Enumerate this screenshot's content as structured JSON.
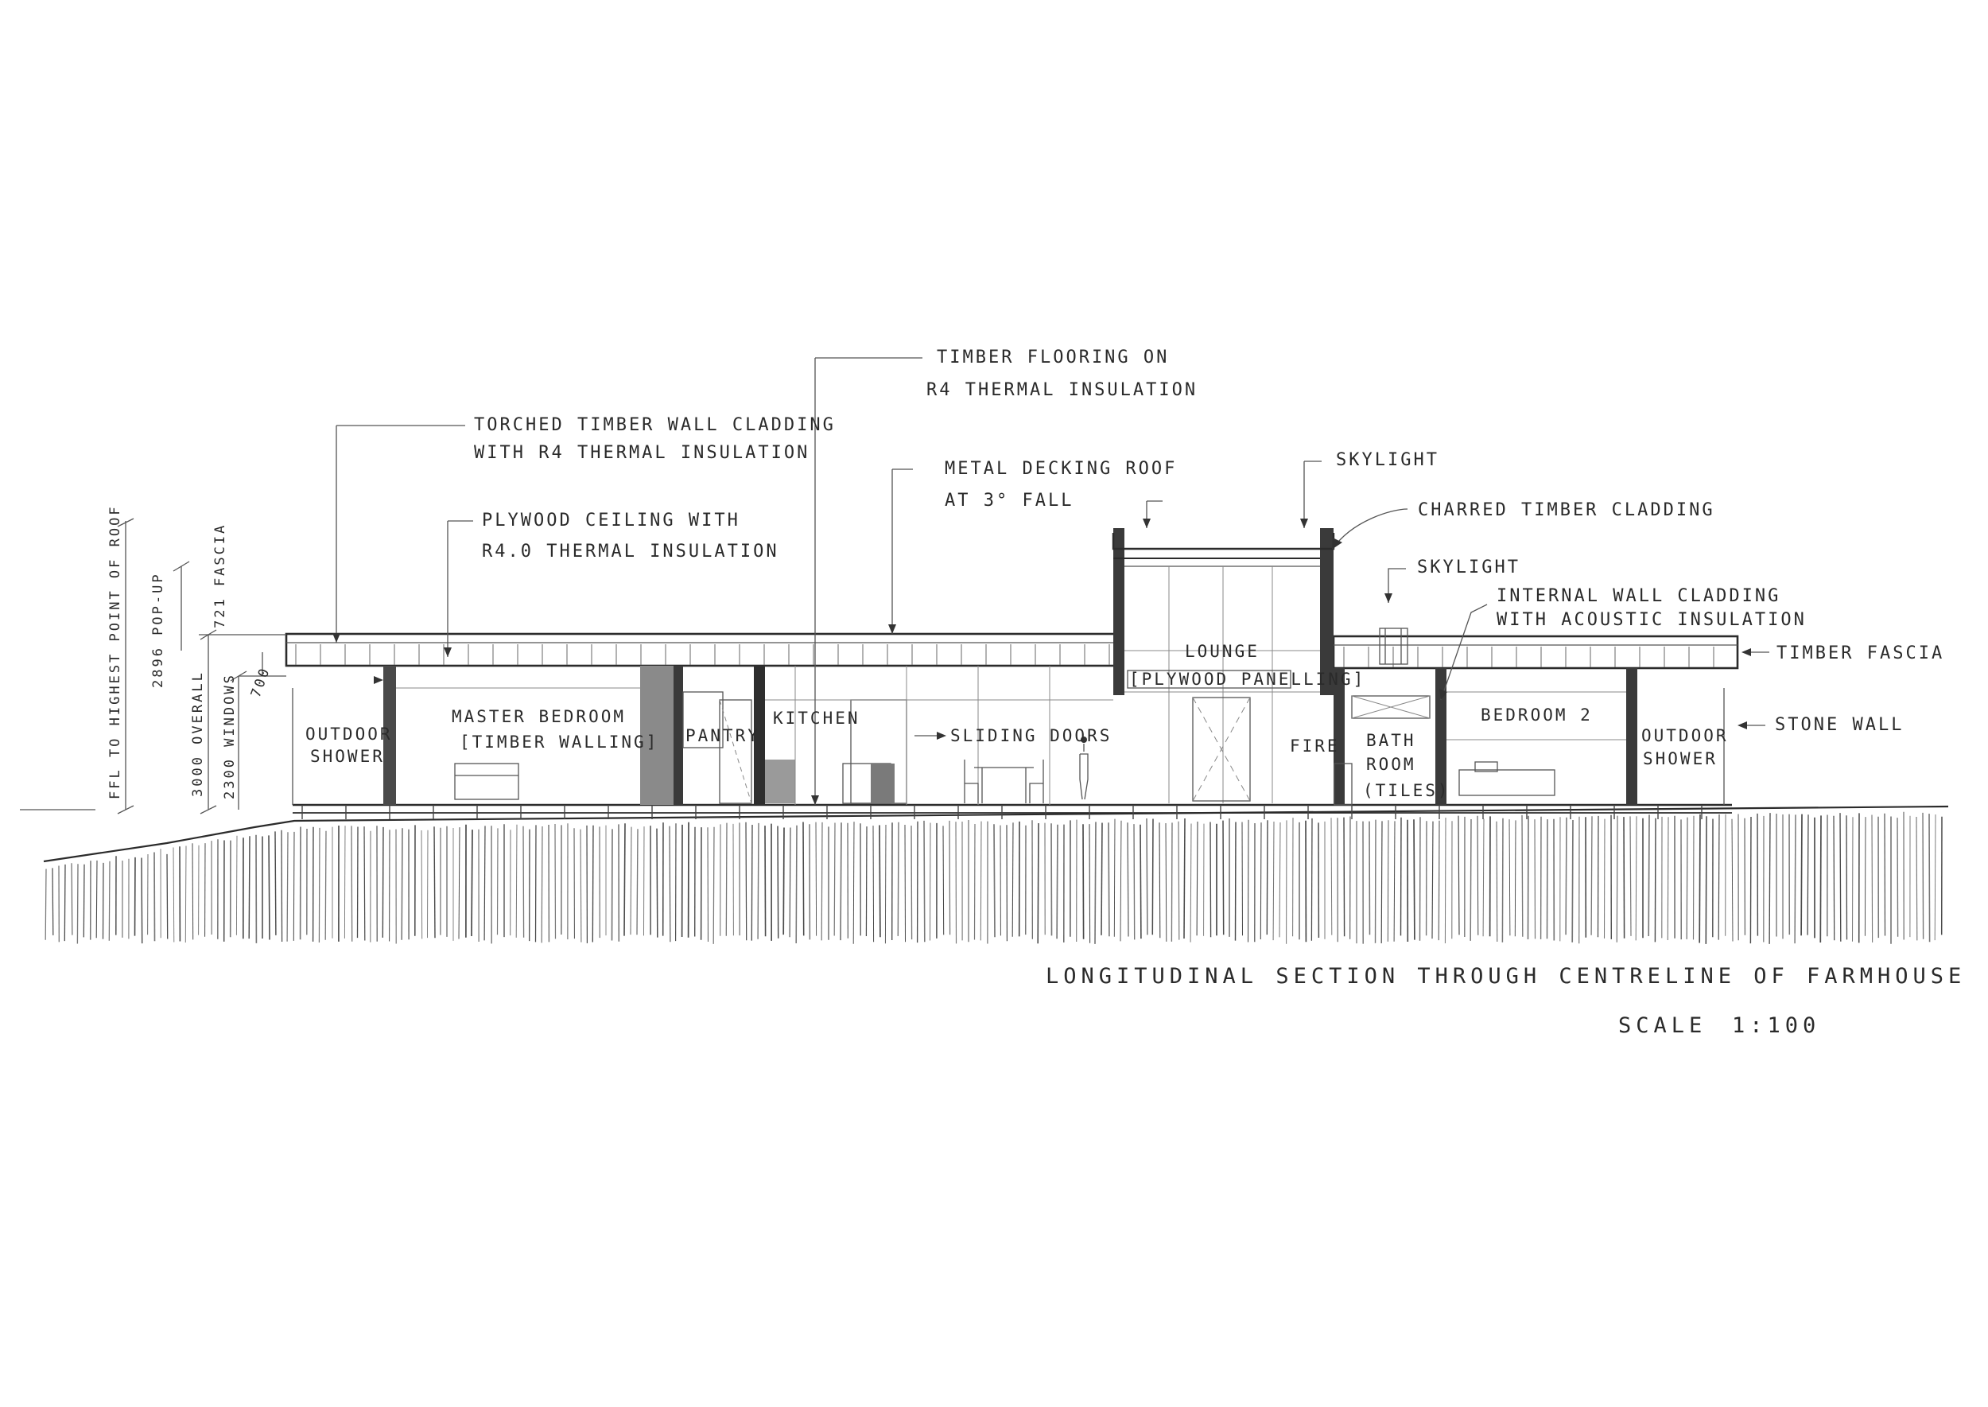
{
  "drawing": {
    "title": "LONGITUDINAL SECTION THROUGH CENTRELINE OF FARMHOUSE",
    "scale_label": "SCALE",
    "scale_value": "1:100"
  },
  "annotations": {
    "torched_cladding_1": "TORCHED TIMBER WALL CLADDING",
    "torched_cladding_2": "WITH R4 THERMAL INSULATION",
    "timber_flooring_1": "TIMBER FLOORING ON",
    "timber_flooring_2": "R4 THERMAL INSULATION",
    "plywood_ceiling_1": "PLYWOOD CEILING WITH",
    "plywood_ceiling_2": "R4.0 THERMAL INSULATION",
    "metal_roof_1": "METAL DECKING ROOF",
    "metal_roof_2": "AT 3° FALL",
    "skylight_top": "SKYLIGHT",
    "charred_cladding": "CHARRED TIMBER CLADDING",
    "skylight_bath": "SKYLIGHT",
    "internal_cladding_1": "INTERNAL WALL CLADDING",
    "internal_cladding_2": "WITH ACOUSTIC INSULATION",
    "timber_fascia": "TIMBER FASCIA",
    "stone_wall": "STONE WALL",
    "sliding_doors": "SLIDING DOORS"
  },
  "rooms": {
    "outdoor_shower_left_1": "OUTDOOR",
    "outdoor_shower_left_2": "SHOWER",
    "master_bedroom": "MASTER BEDROOM",
    "master_bedroom_finish": "[TIMBER WALLING]",
    "pantry": "PANTRY",
    "kitchen": "KITCHEN",
    "lounge": "LOUNGE",
    "lounge_finish": "[PLYWOOD PANELLING]",
    "fire": "FIRE",
    "bath_1": "BATH",
    "bath_2": "ROOM",
    "bath_3": "(TILES)",
    "bedroom_2": "BEDROOM 2",
    "outdoor_shower_right_1": "OUTDOOR",
    "outdoor_shower_right_2": "SHOWER"
  },
  "dimensions": {
    "ffl_to_roof": "FFL TO HIGHEST POINT OF ROOF",
    "popup": "2896 POP-UP",
    "overall": "3000 OVERALL",
    "fascia": "721 FASCIA",
    "windows": "2300 WINDOWS",
    "small": "700"
  }
}
